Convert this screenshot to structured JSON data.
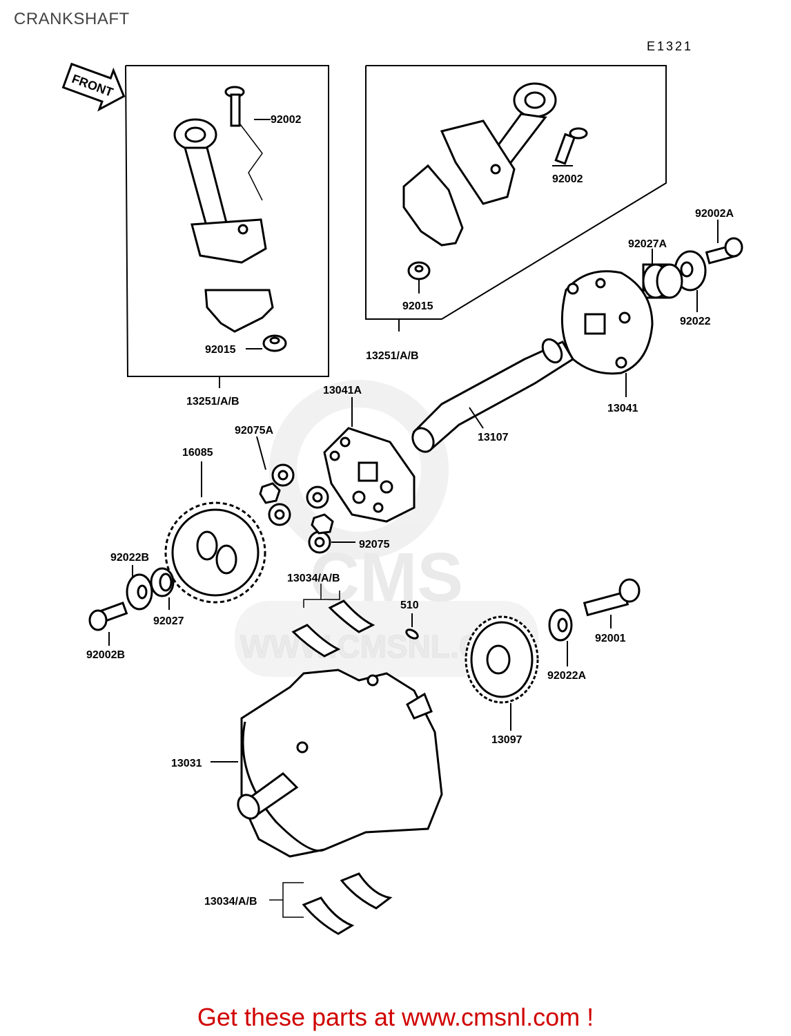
{
  "header": {
    "title": "CRANKSHAFT",
    "diagram_code": "E1321"
  },
  "front_arrow": "FRONT",
  "watermark": {
    "logo": "CMS",
    "url": "WWW.CMSNL.COM"
  },
  "labels": {
    "l_92002_left": "92002",
    "l_92015_left": "92015",
    "l_13251_left": "13251/A/B",
    "l_92002_right": "92002",
    "l_92015_right": "92015",
    "l_13251_right": "13251/A/B",
    "l_92002A": "92002A",
    "l_92027A": "92027A",
    "l_92022": "92022",
    "l_13041": "13041",
    "l_13041A": "13041A",
    "l_13107": "13107",
    "l_92075A": "92075A",
    "l_92075": "92075",
    "l_16085": "16085",
    "l_92022B": "92022B",
    "l_92027": "92027",
    "l_92002B": "92002B",
    "l_13034_upper": "13034/A/B",
    "l_510": "510",
    "l_92001": "92001",
    "l_92022A": "92022A",
    "l_13097": "13097",
    "l_13031": "13031",
    "l_13034_lower": "13034/A/B"
  },
  "footer": {
    "text": "Get these parts at www.cmsnl.com !"
  }
}
